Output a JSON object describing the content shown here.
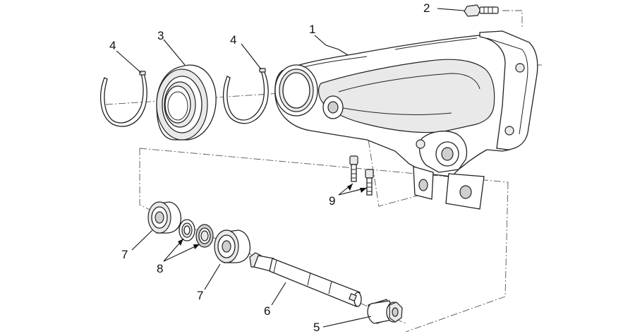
{
  "diagram": {
    "callouts": [
      {
        "id": "c1",
        "label": "1"
      },
      {
        "id": "c2",
        "label": "2"
      },
      {
        "id": "c3",
        "label": "3"
      },
      {
        "id": "c4a",
        "label": "4"
      },
      {
        "id": "c4b",
        "label": "4"
      },
      {
        "id": "c5",
        "label": "5"
      },
      {
        "id": "c6",
        "label": "6"
      },
      {
        "id": "c7a",
        "label": "7"
      },
      {
        "id": "c7b",
        "label": "7"
      },
      {
        "id": "c8",
        "label": "8"
      },
      {
        "id": "c9",
        "label": "9"
      }
    ]
  }
}
